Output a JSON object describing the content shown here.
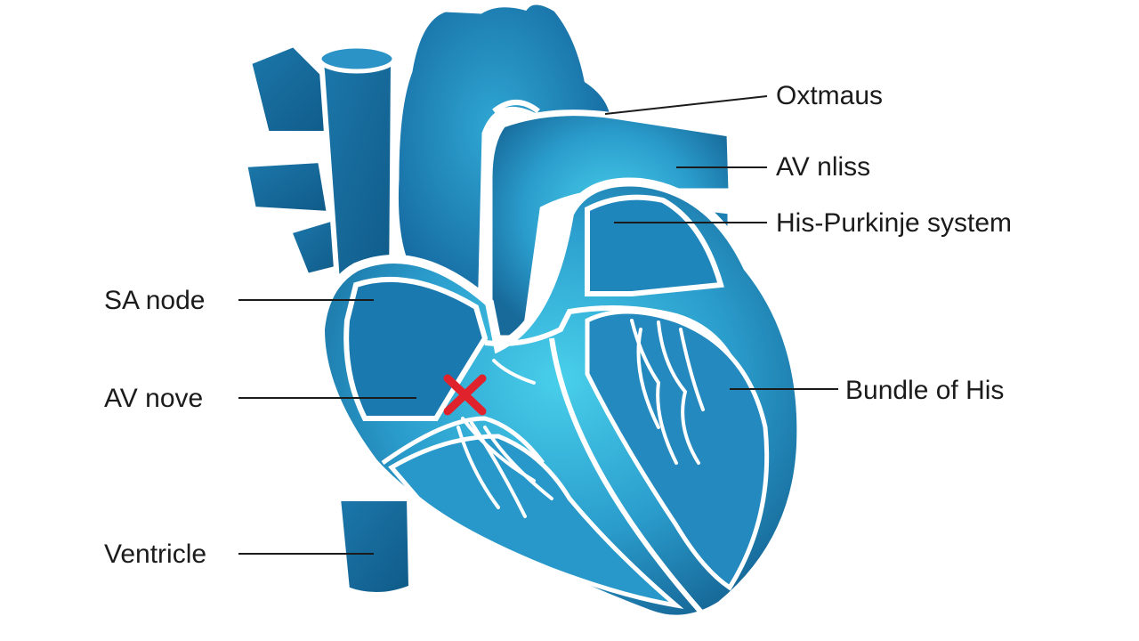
{
  "labels": {
    "top_right_1": "Oxtmaus",
    "top_right_2": "AV nliss",
    "top_right_3": "His-Purkinje system",
    "right": "Bundle of His",
    "left_1": "SA node",
    "left_2": "AV nove",
    "left_3": "Ventricle"
  },
  "colors": {
    "outline": "#ffffff",
    "vessel_dark": "#1a6b9a",
    "vessel_mid": "#2a8cc0",
    "chamber_light": "#43c6e6",
    "stroke": "#0d4f78",
    "marker": "#e0222c",
    "leader_line": "#1b1b1b"
  },
  "marker": {
    "icon": "red-x-marker"
  }
}
